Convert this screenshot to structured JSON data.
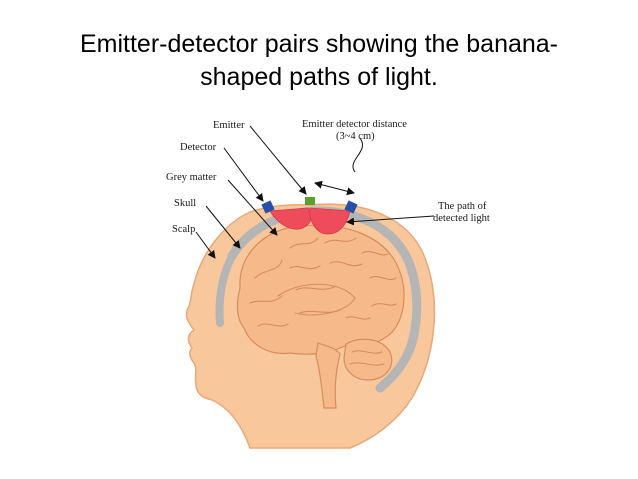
{
  "slide": {
    "title_line1": "Emitter-detector pairs showing the banana-",
    "title_line2": "shaped paths of light."
  },
  "diagram": {
    "labels": {
      "emitter": "Emitter",
      "detector": "Detector",
      "grey_matter": "Grey matter",
      "skull": "Skull",
      "scalp": "Scalp",
      "distance_line1": "Emitter detector distance",
      "distance_line2": "(3~4 cm)",
      "path_line1": "The path of",
      "path_line2": "detected light"
    },
    "colors": {
      "skin": "#f8c79b",
      "skin_outline": "#e9a878",
      "brain": "#f6b98a",
      "brain_fold": "#d98c5c",
      "skull": "#b5b5b5",
      "light_path": "#ee4c5a",
      "emitter": "#5aa02c",
      "detector": "#2a4fa8"
    }
  }
}
